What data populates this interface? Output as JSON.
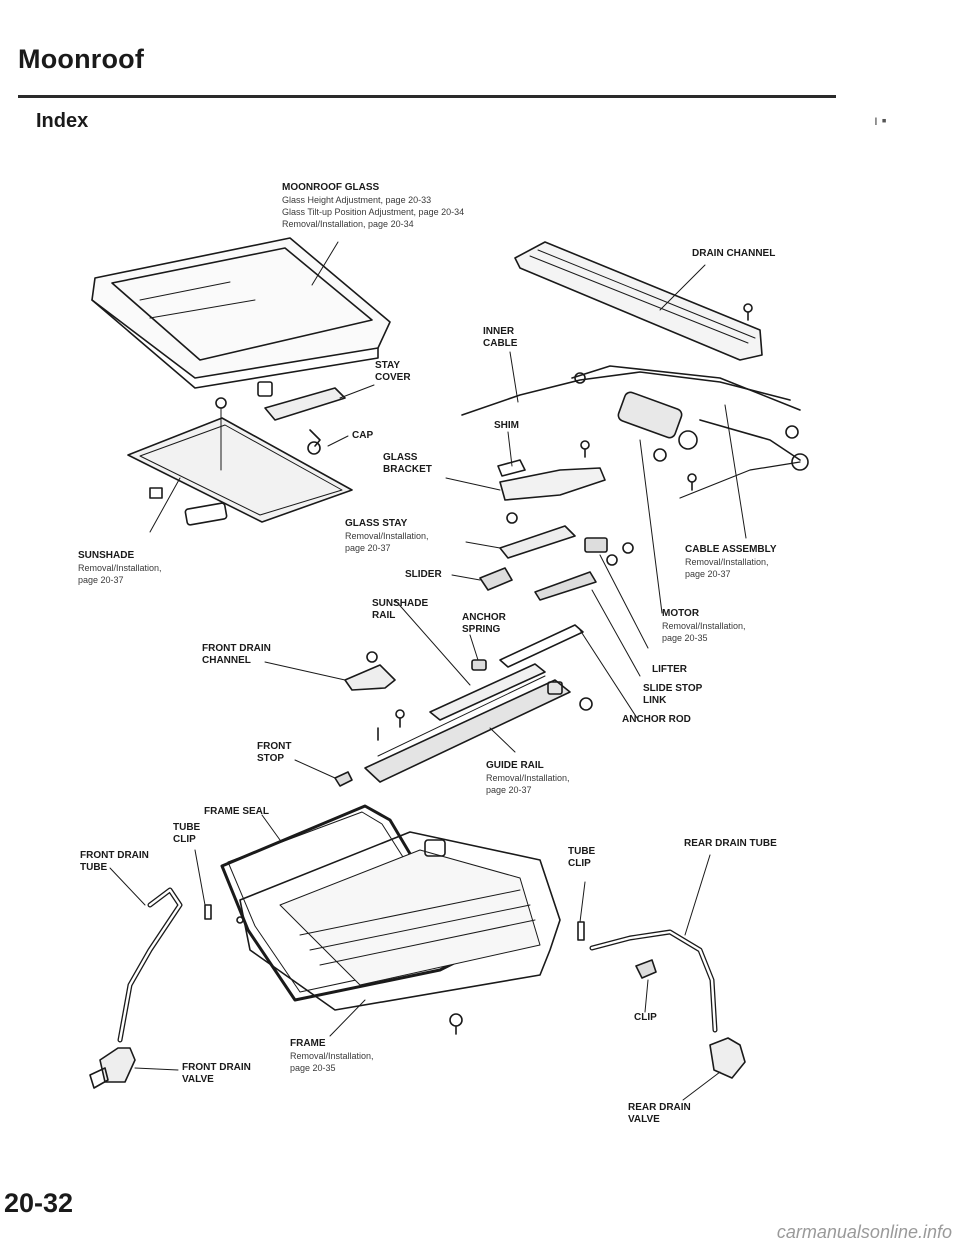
{
  "header": {
    "title": "Moonroof",
    "subtitle": "Index",
    "marks": "ı    ▪"
  },
  "footer": {
    "page_number": "20-32",
    "watermark": "carmanualsonline.info"
  },
  "labels": {
    "moonroof_glass": {
      "name": "MOONROOF GLASS",
      "line1": "Glass Height Adjustment, page 20-33",
      "line2": "Glass Tilt-up Position Adjustment, page 20-34",
      "line3": "Removal/Installation, page 20-34"
    },
    "drain_channel": {
      "name": "DRAIN CHANNEL"
    },
    "inner_cable": {
      "name1": "INNER",
      "name2": "CABLE"
    },
    "stay_cover": {
      "name1": "STAY",
      "name2": "COVER"
    },
    "cap": {
      "name": "CAP"
    },
    "shim": {
      "name": "SHIM"
    },
    "glass_bracket": {
      "name1": "GLASS",
      "name2": "BRACKET"
    },
    "glass_stay": {
      "name": "GLASS STAY",
      "line1": "Removal/Installation,",
      "line2": "page 20-37"
    },
    "sunshade": {
      "name": "SUNSHADE",
      "line1": "Removal/Installation,",
      "line2": "page 20-37"
    },
    "slider": {
      "name": "SLIDER"
    },
    "cable_assembly": {
      "name": "CABLE ASSEMBLY",
      "line1": "Removal/Installation,",
      "line2": "page 20-37"
    },
    "sunshade_rail": {
      "name1": "SUNSHADE",
      "name2": "RAIL"
    },
    "anchor_spring": {
      "name1": "ANCHOR",
      "name2": "SPRING"
    },
    "motor": {
      "name": "MOTOR",
      "line1": "Removal/Installation,",
      "line2": "page 20-35"
    },
    "front_drain_channel": {
      "name1": "FRONT DRAIN",
      "name2": "CHANNEL"
    },
    "lifter": {
      "name": "LIFTER"
    },
    "slide_stop_link": {
      "name1": "SLIDE STOP",
      "name2": "LINK"
    },
    "anchor_rod": {
      "name": "ANCHOR ROD"
    },
    "front_stop": {
      "name1": "FRONT",
      "name2": "STOP"
    },
    "guide_rail": {
      "name": "GUIDE RAIL",
      "line1": "Removal/Installation,",
      "line2": "page 20-37"
    },
    "frame_seal": {
      "name": "FRAME SEAL"
    },
    "tube_clip_left": {
      "name1": "TUBE",
      "name2": "CLIP"
    },
    "front_drain_tube": {
      "name1": "FRONT DRAIN",
      "name2": "TUBE"
    },
    "tube_clip_right": {
      "name1": "TUBE",
      "name2": "CLIP"
    },
    "rear_drain_tube": {
      "name": "REAR DRAIN TUBE"
    },
    "clip": {
      "name": "CLIP"
    },
    "front_drain_valve": {
      "name1": "FRONT DRAIN",
      "name2": "VALVE"
    },
    "frame": {
      "name": "FRAME",
      "line1": "Removal/Installation,",
      "line2": "page 20-35"
    },
    "rear_drain_valve": {
      "name1": "REAR DRAIN",
      "name2": "VALVE"
    }
  }
}
